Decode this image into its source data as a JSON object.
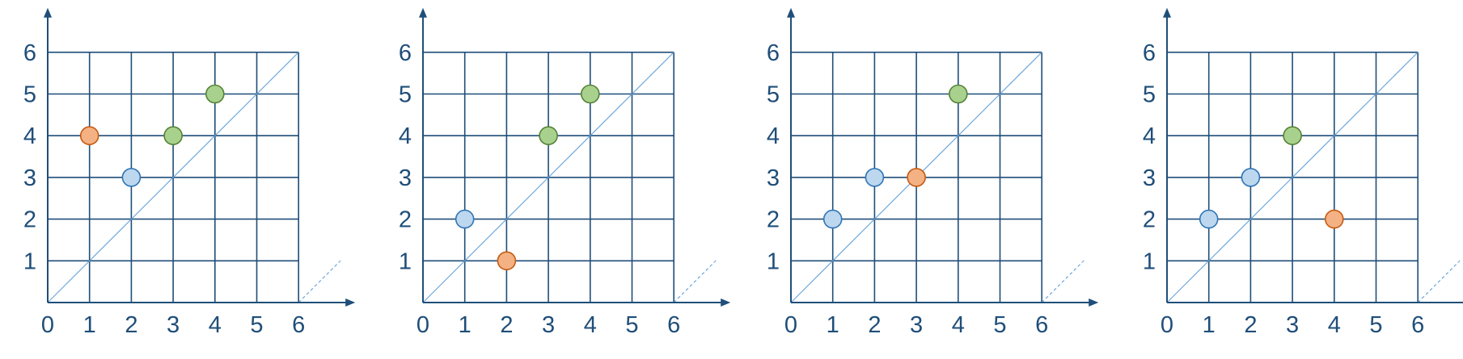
{
  "colors": {
    "axis": "#1f4e79",
    "grid": "#1f4e79",
    "diagonal": "#6fa8dc",
    "blue_fill": "#bdd7ee",
    "blue_stroke": "#2e75b6",
    "green_fill": "#a9d18e",
    "green_stroke": "#548235",
    "orange_fill": "#f4b183",
    "orange_stroke": "#c55a11"
  },
  "chart_data": [
    {
      "type": "scatter",
      "x_ticks": [
        "0",
        "1",
        "2",
        "3",
        "4",
        "5",
        "6"
      ],
      "y_ticks": [
        "1",
        "2",
        "3",
        "4",
        "5",
        "6"
      ],
      "xlim": [
        0,
        6
      ],
      "ylim": [
        0,
        6
      ],
      "grid": true,
      "points": [
        {
          "x": 1,
          "y": 4,
          "color": "orange"
        },
        {
          "x": 2,
          "y": 3,
          "color": "blue"
        },
        {
          "x": 3,
          "y": 4,
          "color": "green"
        },
        {
          "x": 4,
          "y": 5,
          "color": "green"
        }
      ]
    },
    {
      "type": "scatter",
      "x_ticks": [
        "0",
        "1",
        "2",
        "3",
        "4",
        "5",
        "6"
      ],
      "y_ticks": [
        "1",
        "2",
        "3",
        "4",
        "5",
        "6"
      ],
      "xlim": [
        0,
        6
      ],
      "ylim": [
        0,
        6
      ],
      "grid": true,
      "points": [
        {
          "x": 1,
          "y": 2,
          "color": "blue"
        },
        {
          "x": 2,
          "y": 1,
          "color": "orange"
        },
        {
          "x": 3,
          "y": 4,
          "color": "green"
        },
        {
          "x": 4,
          "y": 5,
          "color": "green"
        }
      ]
    },
    {
      "type": "scatter",
      "x_ticks": [
        "0",
        "1",
        "2",
        "3",
        "4",
        "5",
        "6"
      ],
      "y_ticks": [
        "1",
        "2",
        "3",
        "4",
        "5",
        "6"
      ],
      "xlim": [
        0,
        6
      ],
      "ylim": [
        0,
        6
      ],
      "grid": true,
      "points": [
        {
          "x": 1,
          "y": 2,
          "color": "blue"
        },
        {
          "x": 2,
          "y": 3,
          "color": "blue"
        },
        {
          "x": 3,
          "y": 3,
          "color": "orange"
        },
        {
          "x": 4,
          "y": 5,
          "color": "green"
        }
      ]
    },
    {
      "type": "scatter",
      "x_ticks": [
        "0",
        "1",
        "2",
        "3",
        "4",
        "5",
        "6"
      ],
      "y_ticks": [
        "1",
        "2",
        "3",
        "4",
        "5",
        "6"
      ],
      "xlim": [
        0,
        6
      ],
      "ylim": [
        0,
        6
      ],
      "grid": true,
      "points": [
        {
          "x": 1,
          "y": 2,
          "color": "blue"
        },
        {
          "x": 2,
          "y": 3,
          "color": "blue"
        },
        {
          "x": 3,
          "y": 4,
          "color": "green"
        },
        {
          "x": 4,
          "y": 2,
          "color": "orange"
        }
      ]
    }
  ]
}
